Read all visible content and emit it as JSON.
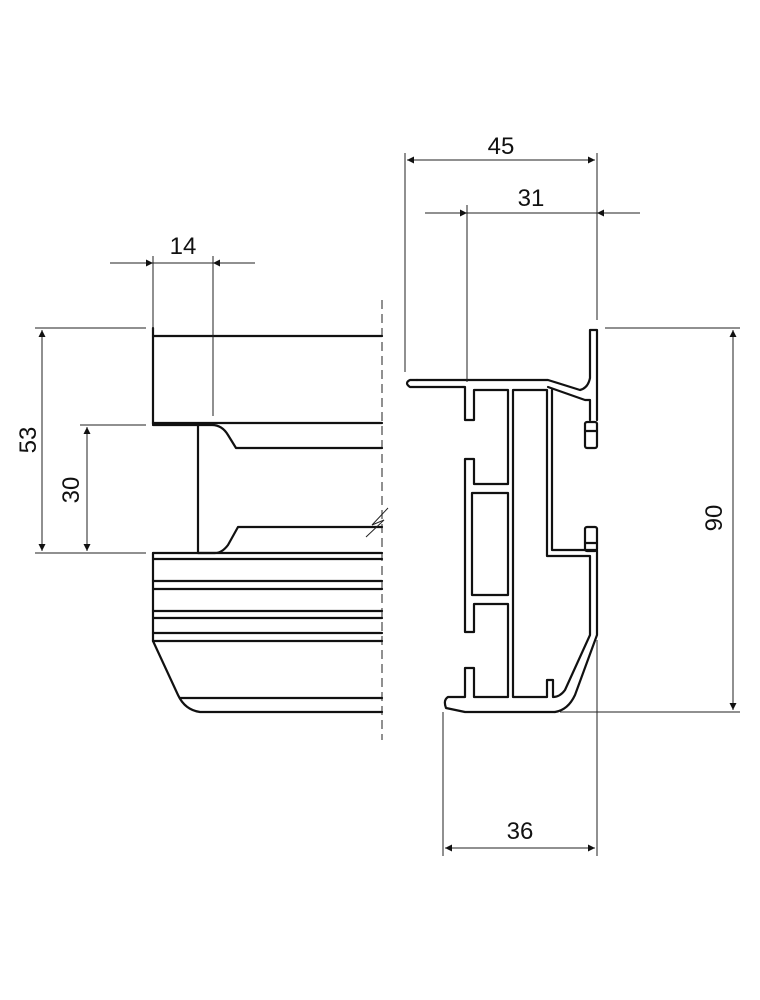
{
  "drawing": {
    "left_view": {
      "dimensions": {
        "width_top": "14",
        "total_height": "53",
        "gap_height": "30"
      }
    },
    "right_view": {
      "dimensions": {
        "overall_width": "45",
        "inner_width": "31",
        "height": "90",
        "bottom_width": "36"
      }
    },
    "colors": {
      "line": "#111111",
      "background": "#ffffff"
    }
  }
}
